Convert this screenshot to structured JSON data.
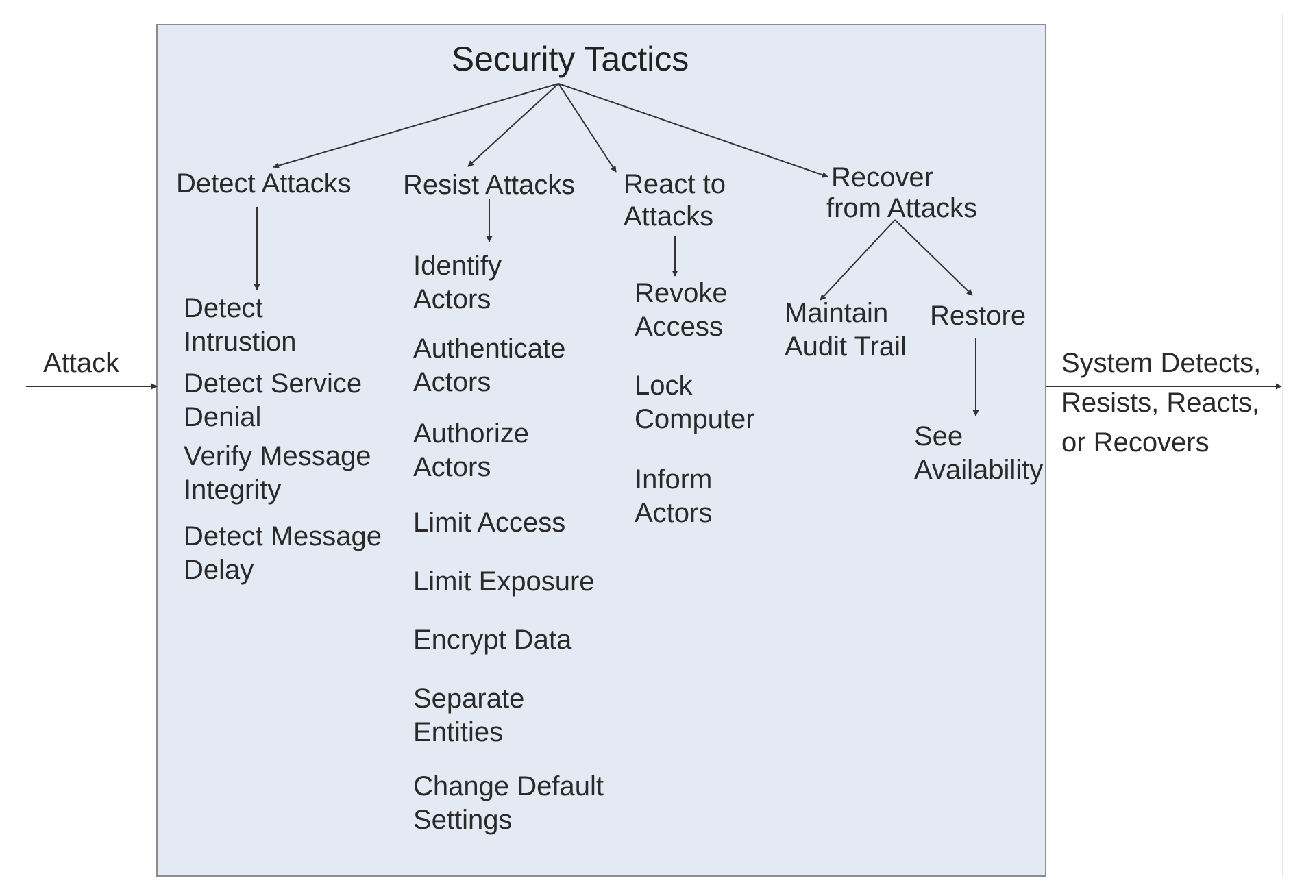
{
  "title": "Security Tactics",
  "input_label": "Attack",
  "output_label": [
    "System Detects,",
    "Resists, Reacts,",
    "or Recovers"
  ],
  "branches": {
    "detect": {
      "label": [
        "Detect Attacks"
      ],
      "tactics": [
        [
          "Detect",
          "Intrustion"
        ],
        [
          "Detect Service",
          "Denial"
        ],
        [
          "Verify Message",
          "Integrity"
        ],
        [
          "Detect Message",
          "Delay"
        ]
      ]
    },
    "resist": {
      "label": [
        "Resist Attacks"
      ],
      "tactics": [
        [
          "Identify",
          "Actors"
        ],
        [
          "Authenticate",
          "Actors"
        ],
        [
          "Authorize",
          "Actors"
        ],
        [
          "Limit Access"
        ],
        [
          "Limit Exposure"
        ],
        [
          "Encrypt Data"
        ],
        [
          "Separate",
          "Entities"
        ],
        [
          "Change Default",
          "Settings"
        ]
      ]
    },
    "react": {
      "label": [
        "React to",
        "Attacks"
      ],
      "tactics": [
        [
          "Revoke",
          "Access"
        ],
        [
          "Lock",
          "Computer"
        ],
        [
          "Inform",
          "Actors"
        ]
      ]
    },
    "recover": {
      "label": [
        "Recover",
        "from Attacks"
      ],
      "sub": {
        "maintain": [
          "Maintain",
          "Audit Trail"
        ],
        "restore": [
          "Restore"
        ],
        "see": [
          "See",
          "Availability"
        ]
      }
    }
  },
  "colors": {
    "panel_fill": "#e3eaf4",
    "panel_stroke": "#8c8c8c",
    "line": "#333333",
    "text": "#2a2a2a"
  }
}
